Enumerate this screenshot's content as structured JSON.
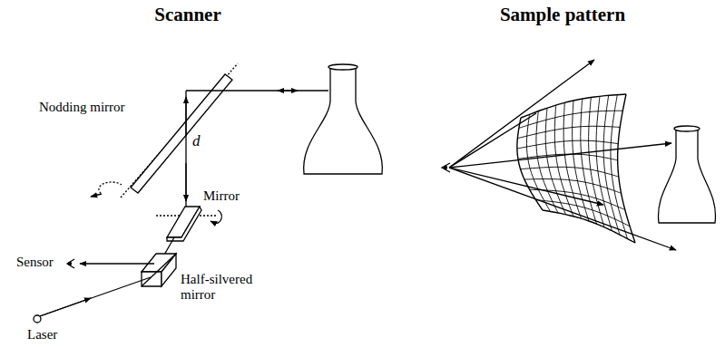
{
  "diagram": {
    "labels": [
      "Scanner",
      "Sample pattern",
      "Nodding mirror",
      "d",
      "Mirror",
      "Sensor",
      "Half-silvered mirror",
      "Laser"
    ]
  }
}
